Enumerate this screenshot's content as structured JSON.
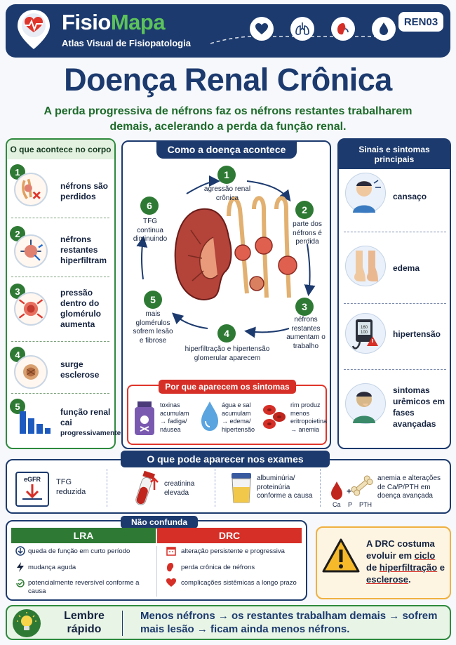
{
  "brand": {
    "name_part1": "Fisio",
    "name_part2": "Mapa",
    "tagline": "Atlas Visual de Fisiopatologia",
    "code": "REN03"
  },
  "header_icons": [
    "heart-icon",
    "lungs-icon",
    "kidney-icon",
    "drop-icon"
  ],
  "title": "Doença Renal Crônica",
  "subtitle": "A perda progressiva de néfrons faz os néfrons restantes trabalharem demais, acelerando a perda da função renal.",
  "left": {
    "heading": "O que acontece no corpo",
    "steps": [
      {
        "n": "1",
        "text": "néfrons são perdidos"
      },
      {
        "n": "2",
        "text": "néfrons restantes hiperfiltram"
      },
      {
        "n": "3",
        "text": "pressão dentro do glomérulo aumenta"
      },
      {
        "n": "4",
        "text": "surge esclerose"
      },
      {
        "n": "5",
        "text": "função renal cai",
        "text2": "progressivamente"
      }
    ]
  },
  "center": {
    "heading": "Como a doença acontece",
    "cycle": [
      {
        "n": "1",
        "text": "agressão renal crônica"
      },
      {
        "n": "2",
        "text": "parte dos néfrons é perdida"
      },
      {
        "n": "3",
        "text": "néfrons restantes aumentam o trabalho"
      },
      {
        "n": "4",
        "text": "hiperfiltração e hipertensão glomerular aparecem"
      },
      {
        "n": "5",
        "text": "mais glomérulos sofrem lesão e fibrose"
      },
      {
        "n": "6",
        "text": "TFG continua diminuindo"
      }
    ]
  },
  "why": {
    "heading": "Por que aparecem os sintomas",
    "items": [
      {
        "text": "toxinas acumulam → fadiga/ náusea"
      },
      {
        "text": "água e sal acumulam → edema/ hipertensão"
      },
      {
        "text": "rim produz menos eritropoietina → anemia"
      }
    ]
  },
  "right": {
    "heading": "Sinais e sintomas principais",
    "items": [
      {
        "text": "cansaço"
      },
      {
        "text": "edema"
      },
      {
        "text": "hipertensão"
      },
      {
        "text": "sintomas urêmicos em fases avançadas"
      }
    ]
  },
  "exams": {
    "heading": "O que pode aparecer nos exames",
    "egfr_label": "eGFR",
    "items": [
      {
        "text": "TFG reduzida"
      },
      {
        "text": "creatinina elevada"
      },
      {
        "text": "albuminúria/ proteinúria conforme a causa"
      },
      {
        "text": "anemia e alterações de Ca/P/PTH em doença avançada"
      }
    ],
    "mineral_labels": [
      "Ca",
      "P",
      "PTH"
    ]
  },
  "compare": {
    "heading": "Não confunda",
    "lra_title": "LRA",
    "drc_title": "DRC",
    "lra": [
      "queda de função em curto período",
      "mudança aguda",
      "potencialmente reversível conforme a causa"
    ],
    "drc": [
      "alteração persistente e progressiva",
      "perda crônica de néfrons",
      "complicações sistêmicas a longo prazo"
    ]
  },
  "warning": {
    "pre": "A DRC costuma evoluir em ",
    "u1": "ciclo",
    "mid": " de ",
    "u2": "hiperfiltração",
    "post": " e ",
    "u3": "esclerose",
    "end": "."
  },
  "remember": {
    "title": "Lembre rápido",
    "text": "Menos néfrons → os restantes trabalham demais → sofrem mais lesão → ficam ainda menos néfrons."
  },
  "colors": {
    "navy": "#1c3a6e",
    "green": "#2e7a34",
    "red": "#d62f27",
    "amber": "#f0b040"
  }
}
